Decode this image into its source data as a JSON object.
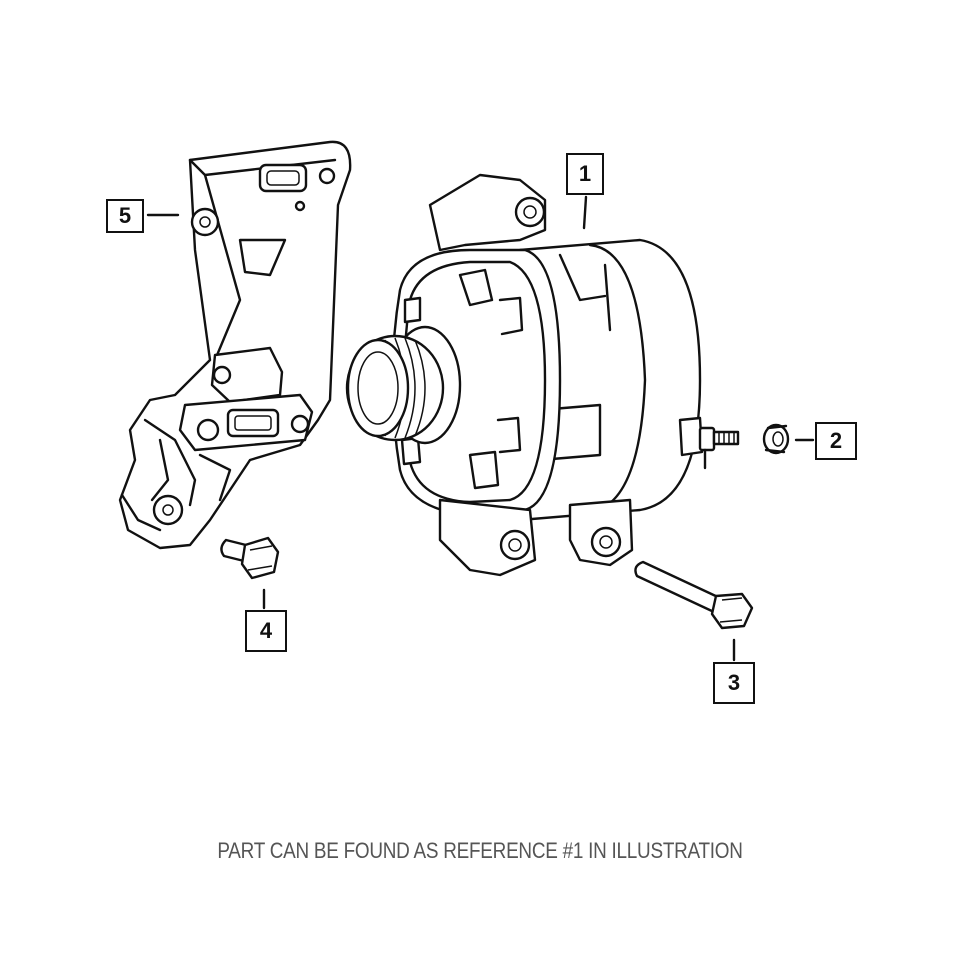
{
  "caption": "PART CAN BE FOUND AS REFERENCE #1 IN ILLUSTRATION",
  "callouts": [
    {
      "id": "1",
      "label": "1"
    },
    {
      "id": "2",
      "label": "2"
    },
    {
      "id": "3",
      "label": "3"
    },
    {
      "id": "4",
      "label": "4"
    },
    {
      "id": "5",
      "label": "5"
    }
  ]
}
